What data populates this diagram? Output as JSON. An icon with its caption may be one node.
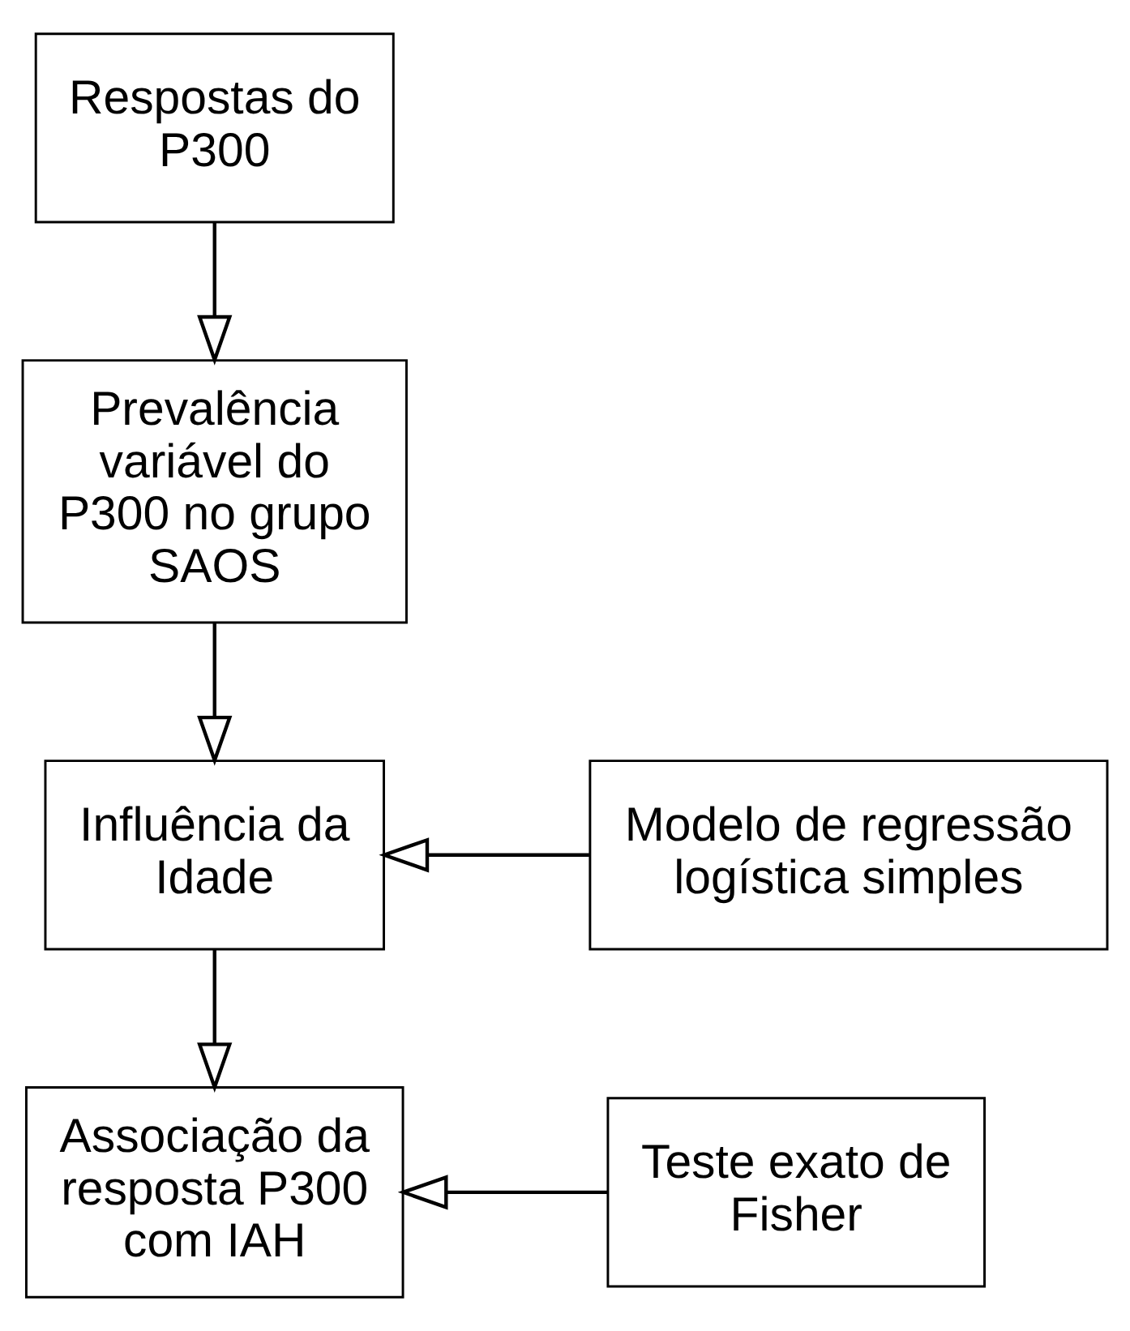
{
  "diagram": {
    "nodes": [
      {
        "text": [
          "Respostas do P300"
        ]
      },
      {
        "text": [
          "Prevalência variável do P300 no grupo SAOS"
        ]
      },
      {
        "text": [
          "Modelo de regressão logística simples"
        ]
      },
      {
        "text": [
          "Influência da Idade"
        ]
      },
      {
        "text": [
          "Teste exato de Fisher"
        ]
      },
      {
        "text": [
          "Associação da resposta P300 com IAH"
        ]
      }
    ],
    "edges": [
      {
        "from": 0,
        "to": 1,
        "arrow": "to"
      },
      {
        "from": 1,
        "to": 3,
        "arrow": "to"
      },
      {
        "from": 2,
        "to": 3,
        "arrow": "to"
      },
      {
        "from": 3,
        "to": 5,
        "arrow": "to"
      },
      {
        "from": 4,
        "to": 5,
        "arrow": "to"
      }
    ]
  }
}
